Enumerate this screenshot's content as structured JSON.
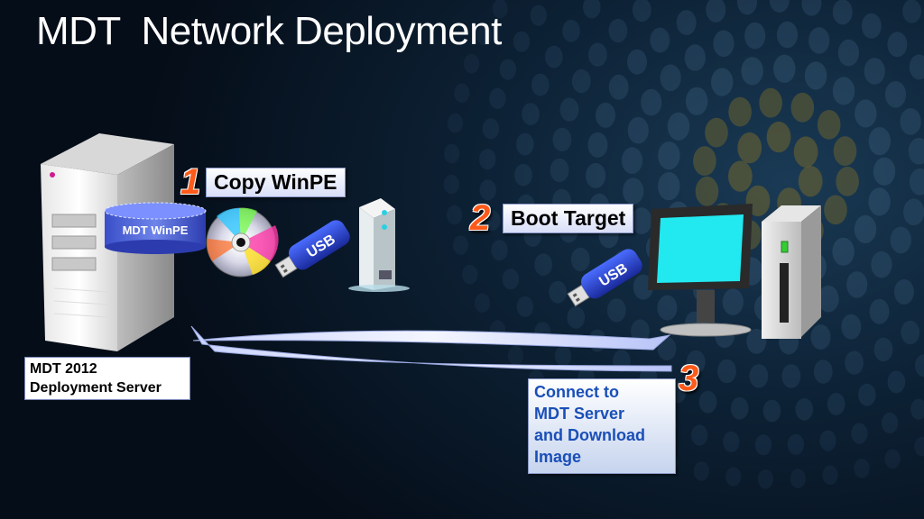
{
  "title": "MDT  Network Deployment",
  "steps": {
    "step1": {
      "number": "1",
      "label": "Copy WinPE"
    },
    "step2": {
      "number": "2",
      "label": "Boot Target"
    },
    "step3": {
      "number": "3",
      "lines": [
        "Connect to",
        "MDT Server",
        "and Download",
        "Image"
      ]
    }
  },
  "server": {
    "lines": [
      "MDT 2012",
      "Deployment Server"
    ],
    "store_label": "MDT WinPE"
  },
  "usb_text": "USB",
  "colors": {
    "step_number": "#ff5a1a",
    "connect_text": "#1a4fb8",
    "monitor_screen": "#22e8f0",
    "power_led": "#33cc33"
  }
}
